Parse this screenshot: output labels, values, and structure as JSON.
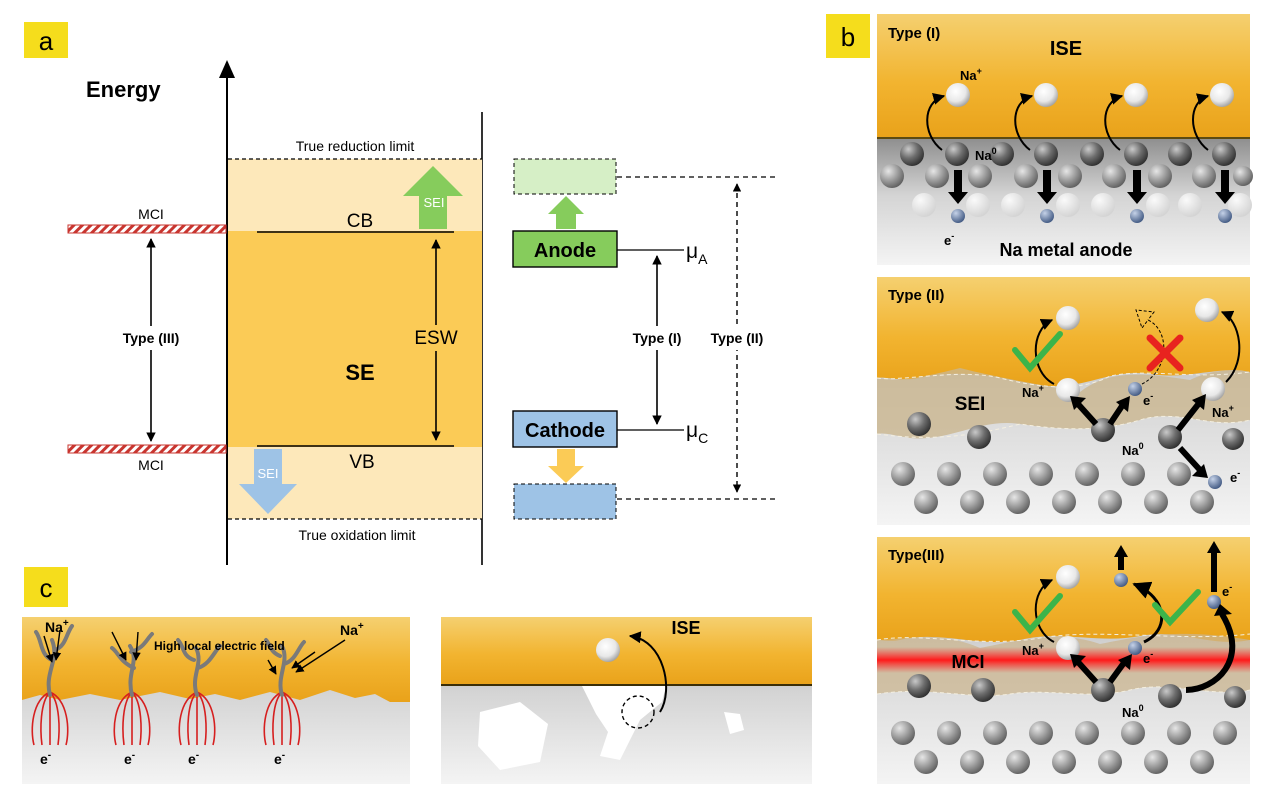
{
  "panel_a": {
    "tag": "a",
    "energy_label": "Energy",
    "true_reduction": "True reduction limit",
    "true_oxidation": "True oxidation limit",
    "cb": "CB",
    "vb": "VB",
    "se": "SE",
    "esw": "ESW",
    "sei": "SEI",
    "mci": "MCI",
    "type3": "Type (III)",
    "type1": "Type (I)",
    "type2": "Type (II)",
    "anode": "Anode",
    "cathode": "Cathode",
    "mu": "μ",
    "mu_a_sub": "A",
    "mu_c_sub": "C"
  },
  "panel_b": {
    "tag": "b",
    "type1": "Type (I)",
    "type2": "Type (II)",
    "type3": "Type(III)",
    "ise": "ISE",
    "na_plus": "Na",
    "na_zero": "Na",
    "electron": "e",
    "anode_label": "Na metal anode",
    "sei": "SEI",
    "mci": "MCI",
    "plus": "+",
    "zero": "0",
    "minus": "-"
  },
  "panel_c": {
    "tag": "c",
    "na_plus": "Na",
    "plus": "+",
    "field": "High local electric field",
    "electron": "e",
    "minus": "-",
    "ise": "ISE"
  },
  "colors": {
    "tag_yellow": "#f5dd1c",
    "se_band": "#fbcb56",
    "se_light": "#fde8ba",
    "anode_green": "#86cc5c",
    "cathode_blue": "#9ec3e6",
    "mci_red": "#c8352f",
    "gold": "#f2b430",
    "check_green": "#3cb44a",
    "cross_red": "#e8231f"
  }
}
